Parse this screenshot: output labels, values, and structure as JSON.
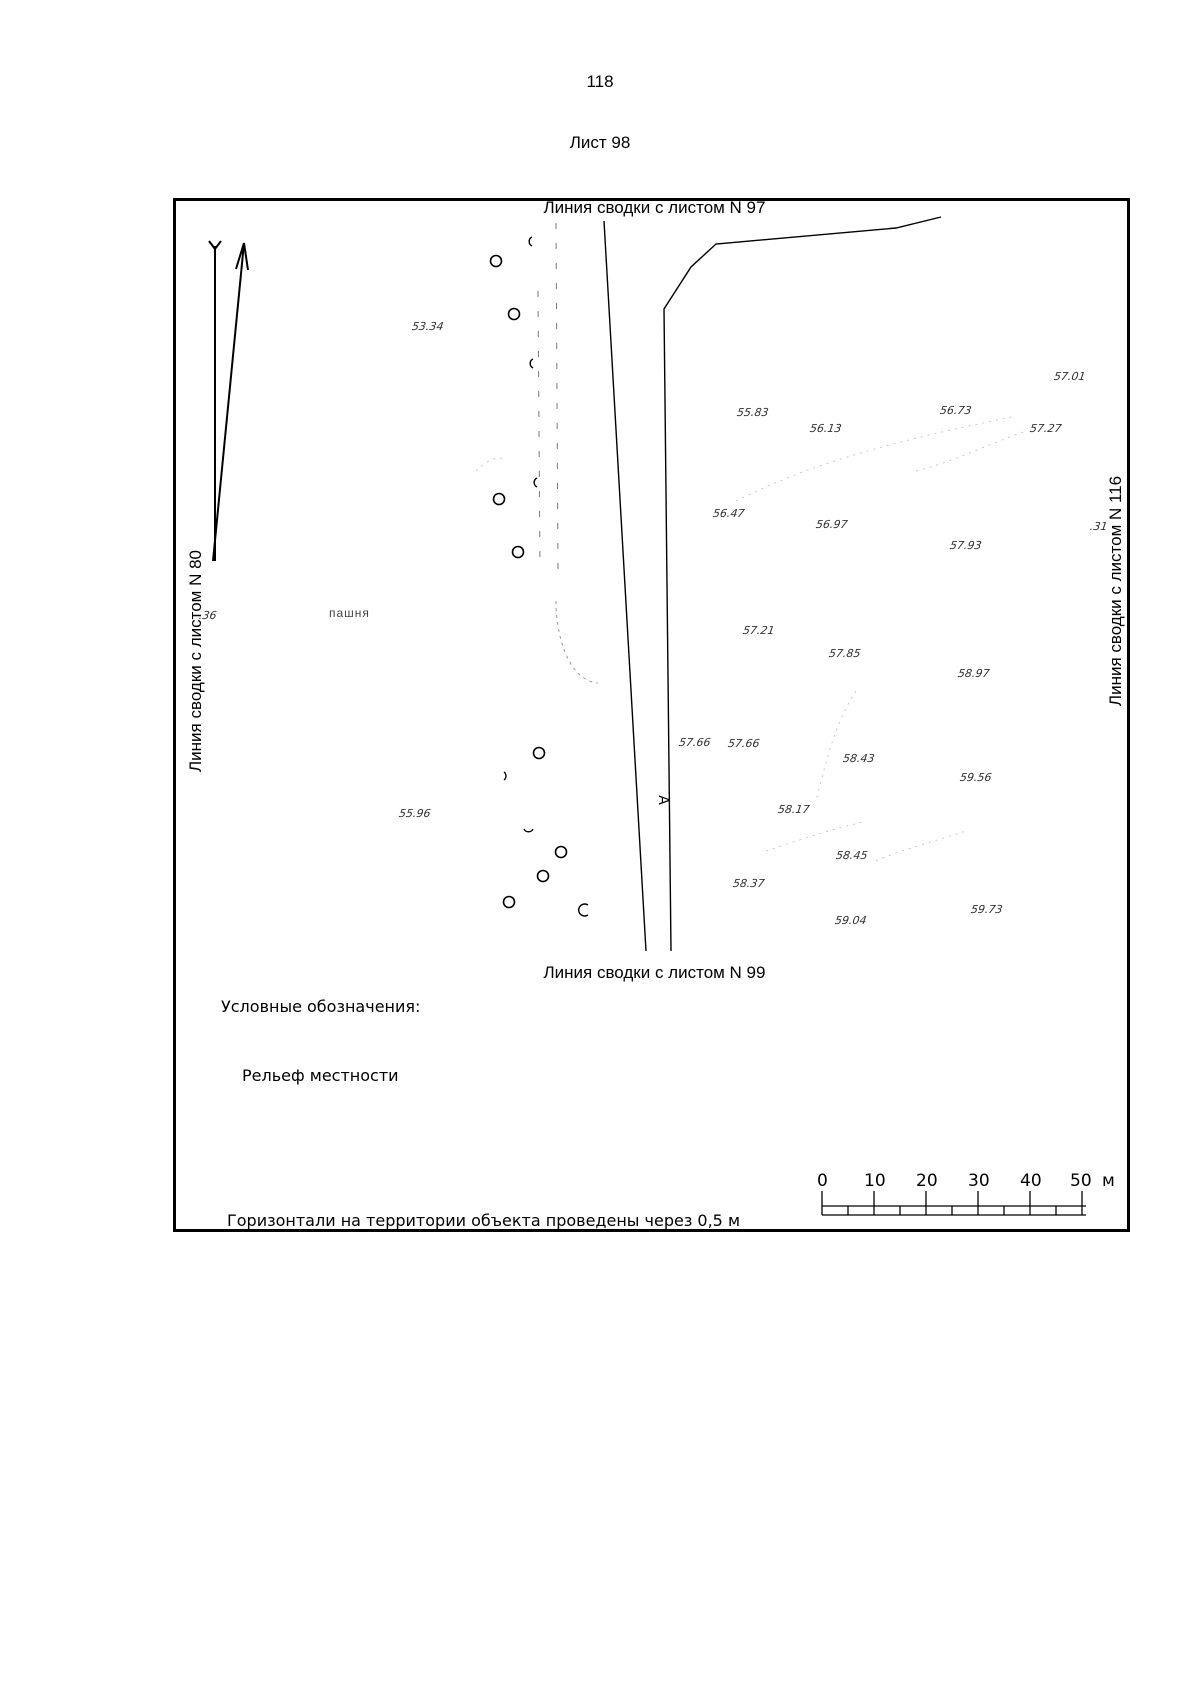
{
  "page": {
    "number": "118",
    "sheet_title": "Лист 98"
  },
  "map": {
    "join_top": "Линия сводки с листом N 97",
    "join_bottom": "Линия сводки с листом N 99",
    "join_left": "Линия сводки с листом N 80",
    "join_right": "Линия сводки с листом N 116",
    "field_label": "пашня",
    "road_letter": "А",
    "elevations": [
      "53.34",
      "57.01",
      "55.83",
      "56.13",
      "56.73",
      "57.27",
      "56.47",
      "56.97",
      "57.93",
      "57.21",
      "57.85",
      "58.97",
      "57.66",
      "57.66",
      "58.43",
      "59.56",
      "55.96",
      "58.17",
      "58.45",
      "58.37",
      "59.04",
      "59.73",
      ".36",
      ".31"
    ],
    "north_arrow_icon": "north-arrow-icon"
  },
  "legend": {
    "title": "Условные обозначения:",
    "items": [
      "Рельеф местности"
    ],
    "note": "Горизонтали на территории объекта проведены через 0,5 м"
  },
  "scale_bar": {
    "labels": [
      "0",
      "10",
      "20",
      "30",
      "40",
      "50"
    ],
    "unit": "м"
  }
}
